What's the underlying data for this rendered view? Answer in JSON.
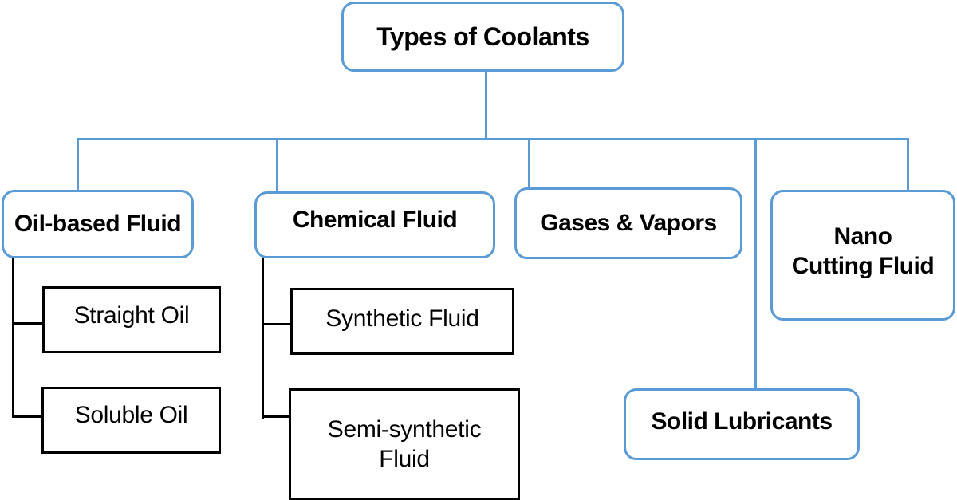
{
  "diagram": {
    "root": {
      "label": "Types of Coolants"
    },
    "categories": [
      {
        "label": "Oil-based Fluid",
        "children": [
          "Straight Oil",
          "Soluble Oil"
        ]
      },
      {
        "label": "Chemical Fluid",
        "children": [
          "Synthetic Fluid",
          "Semi-synthetic Fluid"
        ]
      },
      {
        "label": "Gases & Vapors",
        "children": []
      },
      {
        "label": "Solid Lubricants",
        "children": []
      },
      {
        "label": "Nano Cutting Fluid",
        "children": []
      }
    ],
    "labels": {
      "root": "Types of Coolants",
      "oil_based": "Oil-based Fluid",
      "chemical": "Chemical Fluid",
      "gases": "Gases & Vapors",
      "solid": "Solid Lubricants",
      "nano_line1": "Nano",
      "nano_line2": "Cutting Fluid",
      "straight_oil": "Straight Oil",
      "soluble_oil": "Soluble Oil",
      "synthetic": "Synthetic Fluid",
      "semi_line1": "Semi-synthetic",
      "semi_line2": "Fluid"
    },
    "colors": {
      "connector": "#5b9bd5",
      "sub_connector": "#000000"
    }
  }
}
